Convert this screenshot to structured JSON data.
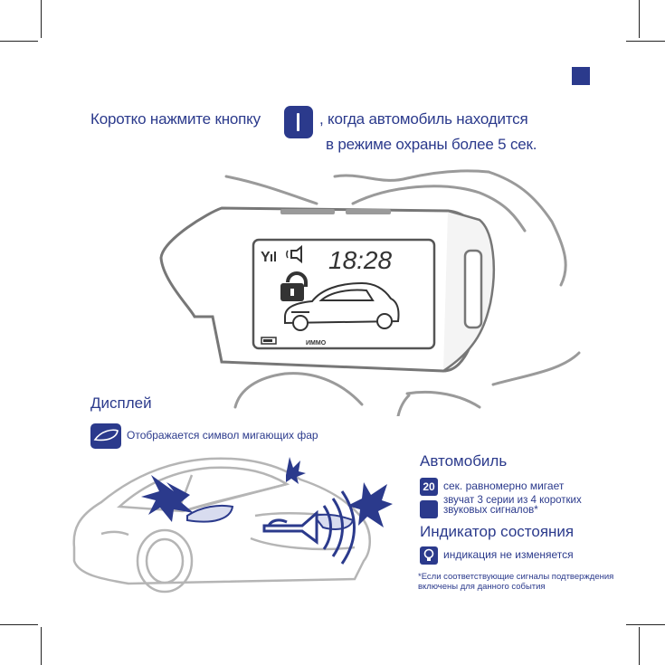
{
  "instruction": {
    "line1_before": "Коротко нажмите кнопку",
    "line1_after": ", когда автомобиль находится",
    "line2": "в режиме охраны более 5 сек."
  },
  "fob_display": {
    "time": "18:28",
    "immo_label": "ИММО"
  },
  "display_section": {
    "title": "Дисплей",
    "note": "Отображается символ мигающих фар"
  },
  "car_section": {
    "title": "Автомобиль",
    "blink_count": "20",
    "blink_text": "сек. равномерно мигает",
    "sound_text_line1": "звучат 3 серии из 4 коротких",
    "sound_text_line2": "звуковых сигналов*"
  },
  "status_section": {
    "title": "Индикатор состояния",
    "text": "индикация не изменяется"
  },
  "footnote": {
    "line1": "*Если соответствующие сигналы подтверждения",
    "line2": "включены для данного события"
  },
  "colors": {
    "accent": "#2b3a8c",
    "line": "#9a9a9a"
  }
}
